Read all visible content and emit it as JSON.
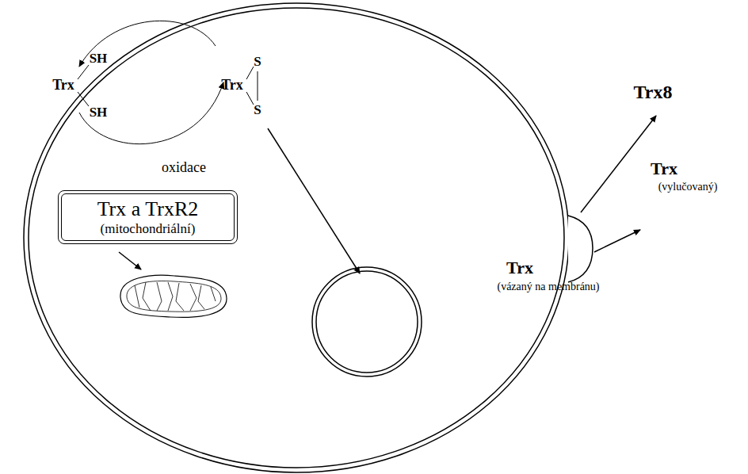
{
  "diagram": {
    "nodes": [
      {
        "text": [
          "Trx a TrxR2",
          "(mitochondriální)"
        ]
      }
    ],
    "labels": [
      "Trx",
      "SH",
      "SH",
      "Trx",
      "S",
      "S",
      "oxidace",
      "Trx8",
      "Trx",
      "(vylučovaný)",
      "Trx",
      "(vázaný na membránu)"
    ]
  }
}
